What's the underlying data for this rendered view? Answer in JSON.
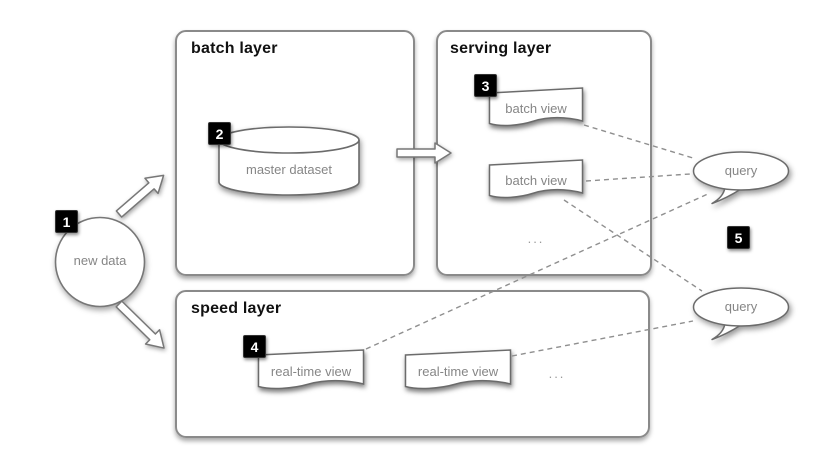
{
  "layers": {
    "batch": {
      "title": "batch layer"
    },
    "serving": {
      "title": "serving layer"
    },
    "speed": {
      "title": "speed layer"
    }
  },
  "nodes": {
    "new_data": {
      "label": "new data",
      "badge": "1"
    },
    "master_dataset": {
      "label": "master dataset",
      "badge": "2"
    },
    "batch_view_1": {
      "label": "batch view",
      "badge": "3"
    },
    "batch_view_2": {
      "label": "batch view"
    },
    "serving_more": {
      "label": "..."
    },
    "realtime_view_1": {
      "label": "real-time view",
      "badge": "4"
    },
    "realtime_view_2": {
      "label": "real-time view"
    },
    "speed_more": {
      "label": "..."
    },
    "query_top": {
      "label": "query"
    },
    "query_bottom": {
      "label": "query"
    },
    "queries_badge": "5"
  },
  "colors": {
    "box_border": "#8a8a8a",
    "shape_stroke": "#6b6b6b",
    "label_text": "#868686",
    "title_text": "#111111",
    "dash_stroke": "#8f8f8f",
    "badge_bg": "#000000",
    "badge_text": "#ffffff"
  }
}
